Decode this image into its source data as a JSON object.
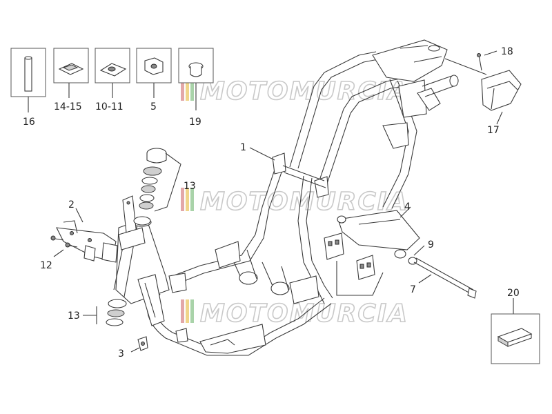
{
  "watermark": {
    "text": "MOTOMURCIA"
  },
  "callouts": {
    "c1": "1",
    "c2": "2",
    "c3": "3",
    "c4": "4",
    "c5": "5",
    "c7": "7",
    "c9": "9",
    "c10_11": "10-11",
    "c12": "12",
    "c13a": "13",
    "c13b": "13",
    "c14_15": "14-15",
    "c16": "16",
    "c17": "17",
    "c18": "18",
    "c19": "19",
    "c20": "20"
  },
  "colors": {
    "line": "#3a3a3a",
    "watermark": "#c9c9c9",
    "background": "#ffffff"
  }
}
